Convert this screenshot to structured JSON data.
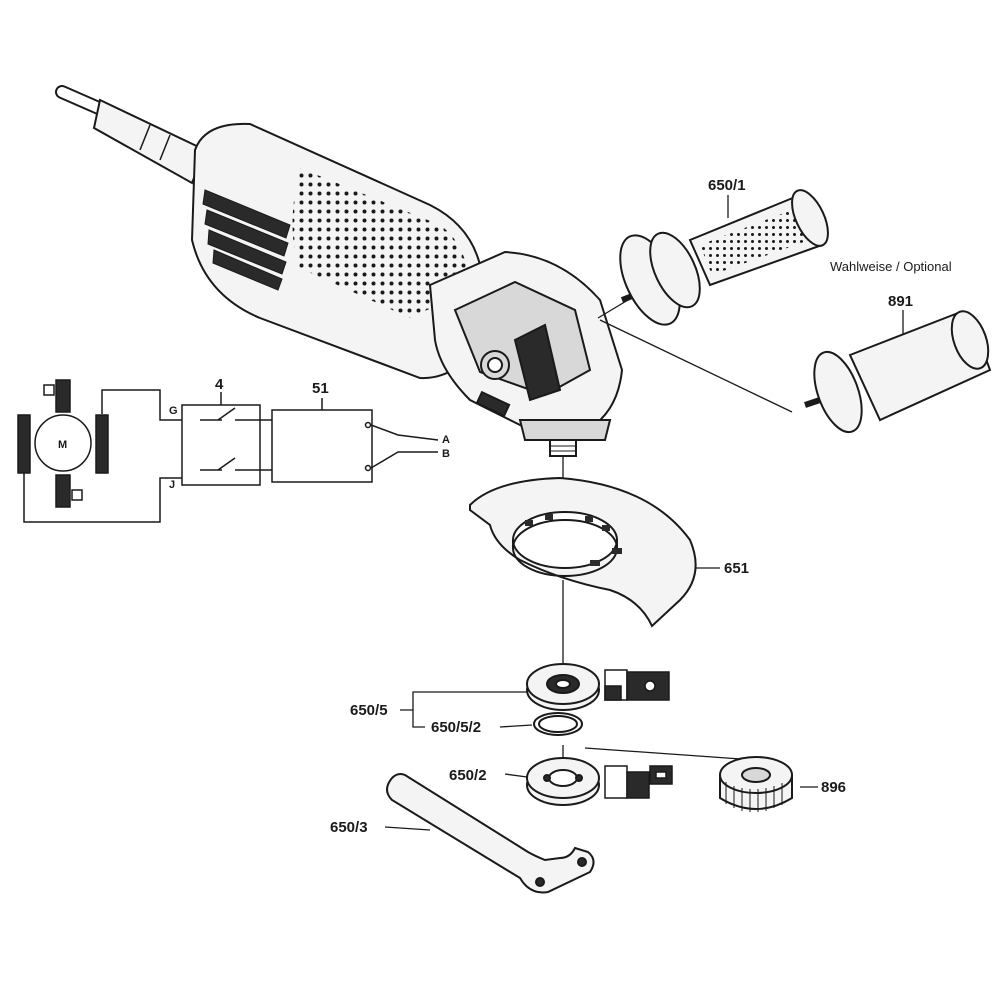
{
  "diagram": {
    "optional_note": "Wahlweise / Optional",
    "parts": {
      "switch": "4",
      "electronics": "51",
      "aux_handle": "650/1",
      "alt_handle": "891",
      "guard": "651",
      "flange": "650/5",
      "o_ring": "650/5/2",
      "clamp_nut": "650/2",
      "spanner": "650/3",
      "quick_nut": "896"
    },
    "wiring": {
      "motor": "M",
      "terminal_g": "G",
      "terminal_j": "J",
      "output_a": "A",
      "output_b": "B"
    },
    "colors": {
      "line": "#1a1a1a",
      "fill_light": "#f4f4f4",
      "fill_mid": "#d8d8d8",
      "fill_dark": "#2a2a2a"
    }
  }
}
